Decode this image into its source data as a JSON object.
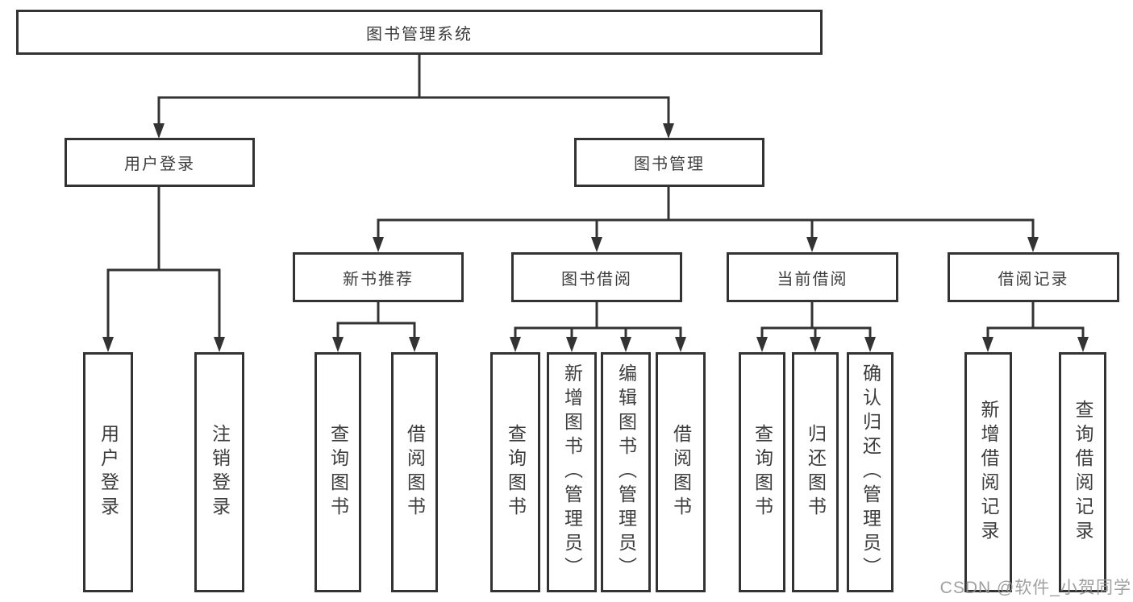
{
  "diagram": {
    "type": "hierarchy-tree",
    "tree": {
      "label": "图书管理系统",
      "children": [
        {
          "label": "用户登录",
          "children": [
            {
              "label": "用户登录"
            },
            {
              "label": "注销登录"
            }
          ]
        },
        {
          "label": "图书管理",
          "children": [
            {
              "label": "新书推荐",
              "children": [
                {
                  "label": "查询图书"
                },
                {
                  "label": "借阅图书"
                }
              ]
            },
            {
              "label": "图书借阅",
              "children": [
                {
                  "label": "查询图书"
                },
                {
                  "label": "新增图书（管理员）"
                },
                {
                  "label": "编辑图书（管理员）"
                },
                {
                  "label": "借阅图书"
                }
              ]
            },
            {
              "label": "当前借阅",
              "children": [
                {
                  "label": "查询图书"
                },
                {
                  "label": "归还图书"
                },
                {
                  "label": "确认归还（管理员）"
                }
              ]
            },
            {
              "label": "借阅记录",
              "children": [
                {
                  "label": "新增借阅记录"
                },
                {
                  "label": "查询借阅记录"
                }
              ]
            }
          ]
        }
      ]
    }
  },
  "watermark": {
    "text": "CSDN @软件_小贺同学"
  },
  "colors": {
    "line": "#333333",
    "box_border": "#333333",
    "text": "#3d3d3d",
    "watermark": "#969696",
    "background": "#ffffff"
  }
}
